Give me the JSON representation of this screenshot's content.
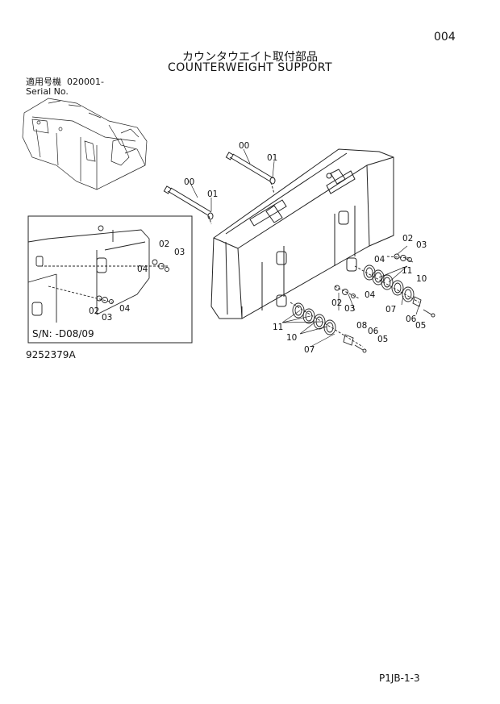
{
  "page_number": "004",
  "title_jp": "カウンタウエイト取付部品",
  "title_en": "COUNTERWEIGHT SUPPORT",
  "serial": {
    "jp_label": "適用号機",
    "value": "020001-",
    "en_label": "Serial No."
  },
  "inset": {
    "label": "S/N: -D08/09"
  },
  "drawing_code": "9252379A",
  "footer_code": "P1JB-1-3",
  "callouts": [
    "00",
    "01",
    "00",
    "01",
    "02",
    "03",
    "04",
    "11",
    "10",
    "07",
    "06",
    "05",
    "02",
    "03",
    "04",
    "11",
    "10",
    "08",
    "06",
    "05",
    "07",
    "02",
    "03",
    "04",
    "02",
    "03",
    "04"
  ]
}
